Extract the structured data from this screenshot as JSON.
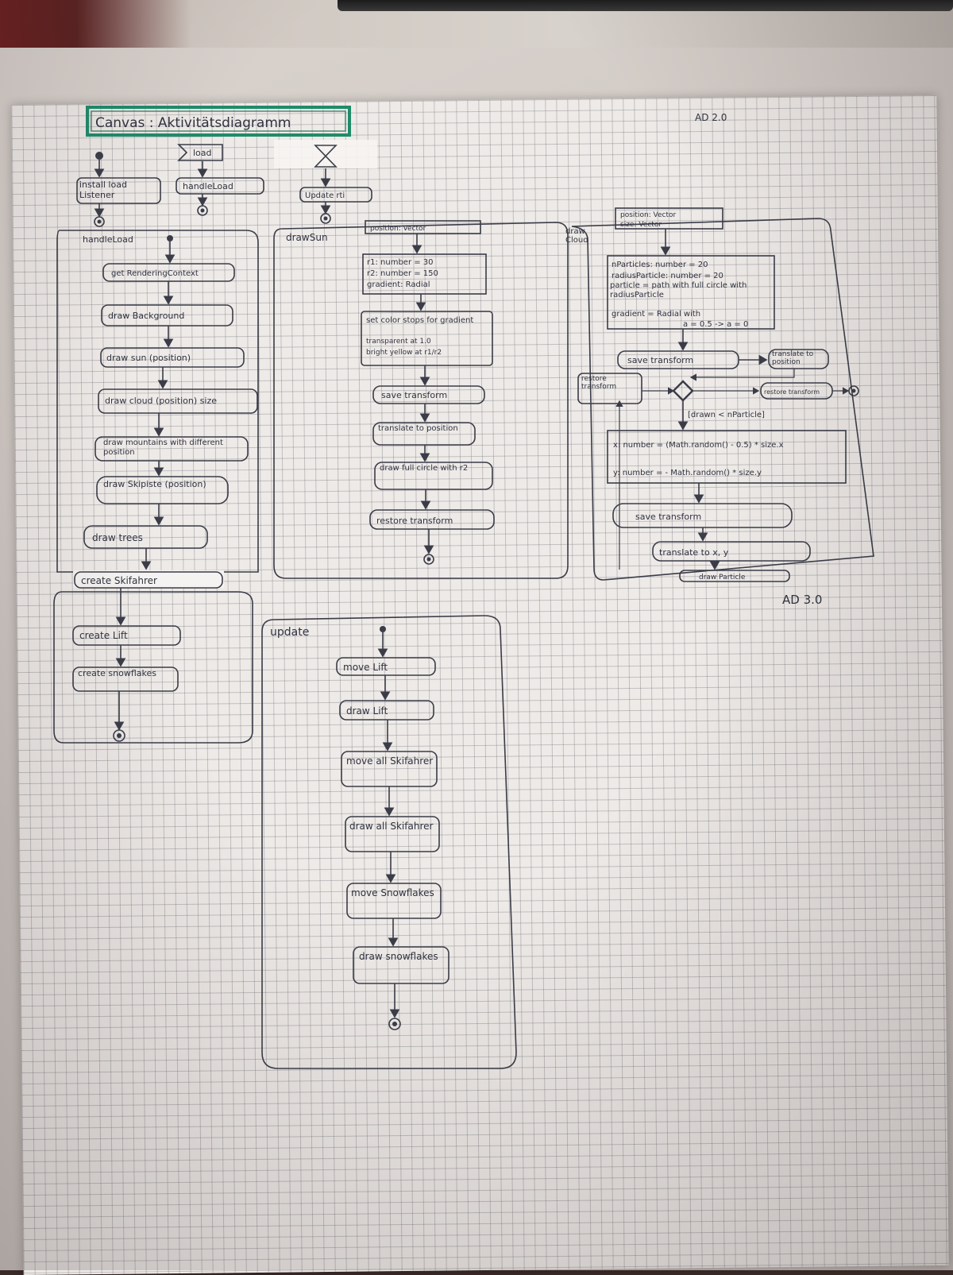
{
  "header": {
    "title": "Canvas : Aktivitätsdiagramm",
    "version_top": "AD 2.0",
    "version_bottom": "AD 3.0"
  },
  "top_flow": {
    "load_signal": "load",
    "install_action": "install load Listener",
    "handle_action": "handleLoad",
    "update_action": "Update rti"
  },
  "handle_load": {
    "label": "handleLoad",
    "steps": [
      "get RenderingContext",
      "draw Background",
      "draw sun (position)",
      "draw cloud (position) size",
      "draw mountains with different position",
      "draw Skipiste (position)",
      "draw trees",
      "create Skifahrer",
      "create Lift",
      "create snowflakes"
    ]
  },
  "draw_sun": {
    "label": "drawSun",
    "param": "position: Vector",
    "vars": [
      "r1: number = 30",
      "r2: number = 150",
      "gradient: Radial"
    ],
    "color_stops": [
      "set color stops for gradient",
      "transparent at 1.0",
      "bright yellow at r1/r2"
    ],
    "steps": [
      "save transform",
      "translate to position",
      "draw full circle with r2",
      "restore transform"
    ]
  },
  "draw_cloud": {
    "label": "draw Cloud",
    "params": [
      "position: Vector",
      "size: Vector"
    ],
    "vars": [
      "nParticles: number = 20",
      "radiusParticle: number = 20",
      "particle = path with full circle with radiusParticle",
      "gradient = Radial with",
      "a = 0.5 -> a = 0"
    ],
    "save": "save transform",
    "translate_pos": "translate to position",
    "restore_left": "restore transform",
    "restore_right": "restore transform",
    "guard": "[drawn < nParticle]",
    "xy": [
      "x: number = (Math.random() - 0.5) * size.x",
      "y: number = - Math.random() * size.y"
    ],
    "steps": [
      "save transform",
      "translate to x, y",
      "draw Particle"
    ]
  },
  "update": {
    "label": "update",
    "steps": [
      "move Lift",
      "draw Lift",
      "move all Skifahrer",
      "draw all Skifahrer",
      "move Snowflakes",
      "draw snowflakes"
    ]
  }
}
